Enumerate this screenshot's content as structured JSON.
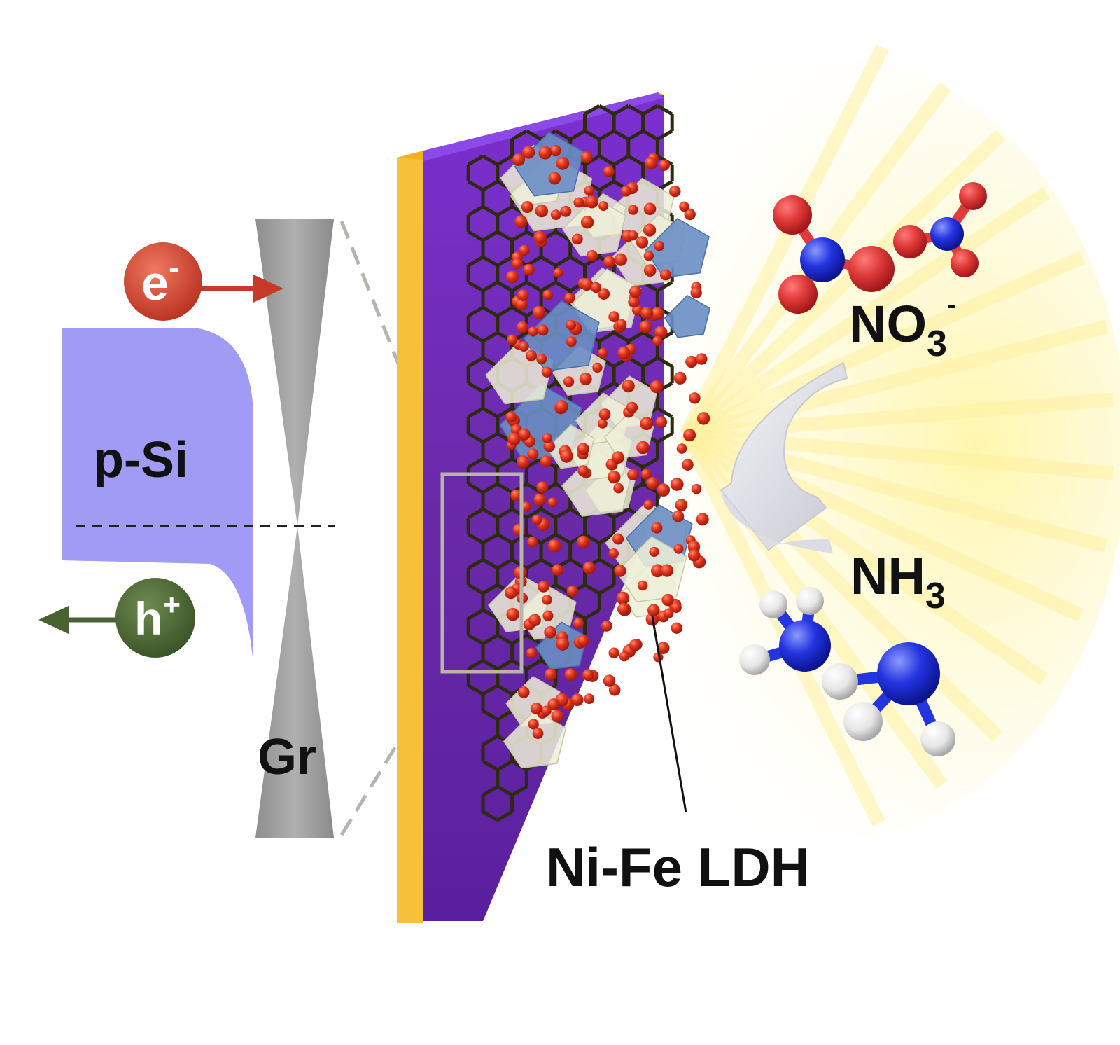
{
  "labels": {
    "electron_base": "e",
    "electron_sup": "-",
    "hole_base": "h",
    "hole_sup": "+",
    "psi": "p-Si",
    "gr": "Gr",
    "nitrate_base": "NO",
    "nitrate_sub": "3",
    "nitrate_sup": "-",
    "ammonia_base": "NH",
    "ammonia_sub": "3",
    "ldh": "Ni-Fe LDH"
  },
  "colors": {
    "p_si": "#a09cf6",
    "gold_layer": "#f6c03a",
    "purple_substrate": "#6b24b2",
    "graphene_bonds": "#2e2a10",
    "oxygen": "#e0321c",
    "nitrogen": "#1f2fd8",
    "hydrogen": "#eeeeee",
    "electron": "#d8412e",
    "hole": "#4a6232",
    "cone": "#9a9a9a",
    "light_glow": "#fff7b8",
    "octahedra": "#eef0d8",
    "fe_octahedra": "#6a8ec4"
  },
  "icons": [
    "electron-icon",
    "hole-icon",
    "dirac-cone-icon",
    "graphene-lattice-icon",
    "nitrate-molecule-icon",
    "ammonia-molecule-icon",
    "curved-arrow-icon",
    "light-beam-icon"
  ]
}
